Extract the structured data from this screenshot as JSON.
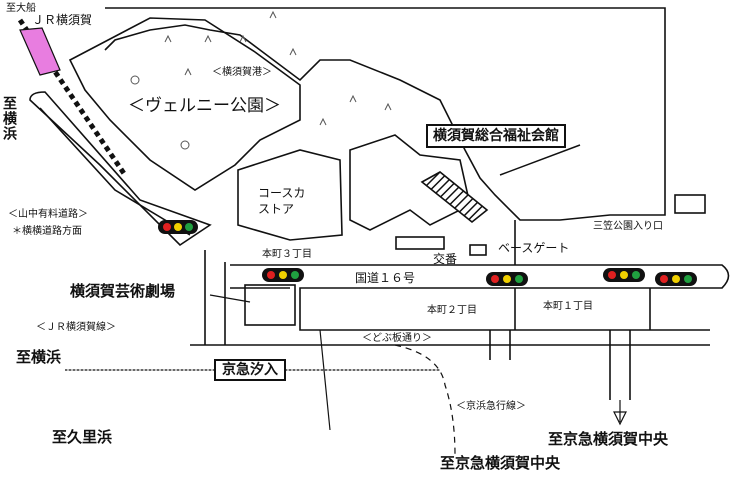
{
  "labels": {
    "to_ofuna": "至大船",
    "jr_yokosuka_top": "ＪＲ横須賀",
    "to_yokohama_left": "至横浜",
    "verny_park": "＜ヴェルニー公園＞",
    "yokosuka_port": "＜横須賀港＞",
    "welfare_center": "横須賀総合福祉会館",
    "coast_store": "コースカ\nストア",
    "yamanaka_road": "＜山中有料道路＞",
    "yokoyoko_road": "＊横横道路方面",
    "honcho3": "本町３丁目",
    "koban": "交番",
    "base_gate": "ベースゲート",
    "mikasa_park_entrance": "三笠公園入り口",
    "route16": "国道１６号",
    "honcho2": "本町２丁目",
    "honcho1": "本町１丁目",
    "art_theater": "横須賀芸術劇場",
    "jr_yokosuka_line": "＜ＪＲ横須賀線＞",
    "dobuita": "＜どぶ板通り＞",
    "to_yokohama_bottom": "至横浜",
    "keikyu_shioiri": "京急汐入",
    "keihin_kyuko_line": "＜京浜急行線＞",
    "to_kurihama": "至久里浜",
    "to_keikyu_yokosuka_chuo_1": "至京急横須賀中央",
    "to_keikyu_yokosuka_chuo_2": "至京急横須賀中央"
  },
  "colors": {
    "ink": "#111111",
    "rail_highlight": "#e87de0",
    "signal_red": "#e02020",
    "signal_yellow": "#f0d000",
    "signal_green": "#20a040"
  },
  "icons": [
    "traffic-signal",
    "north-arrow",
    "hatched-building"
  ]
}
